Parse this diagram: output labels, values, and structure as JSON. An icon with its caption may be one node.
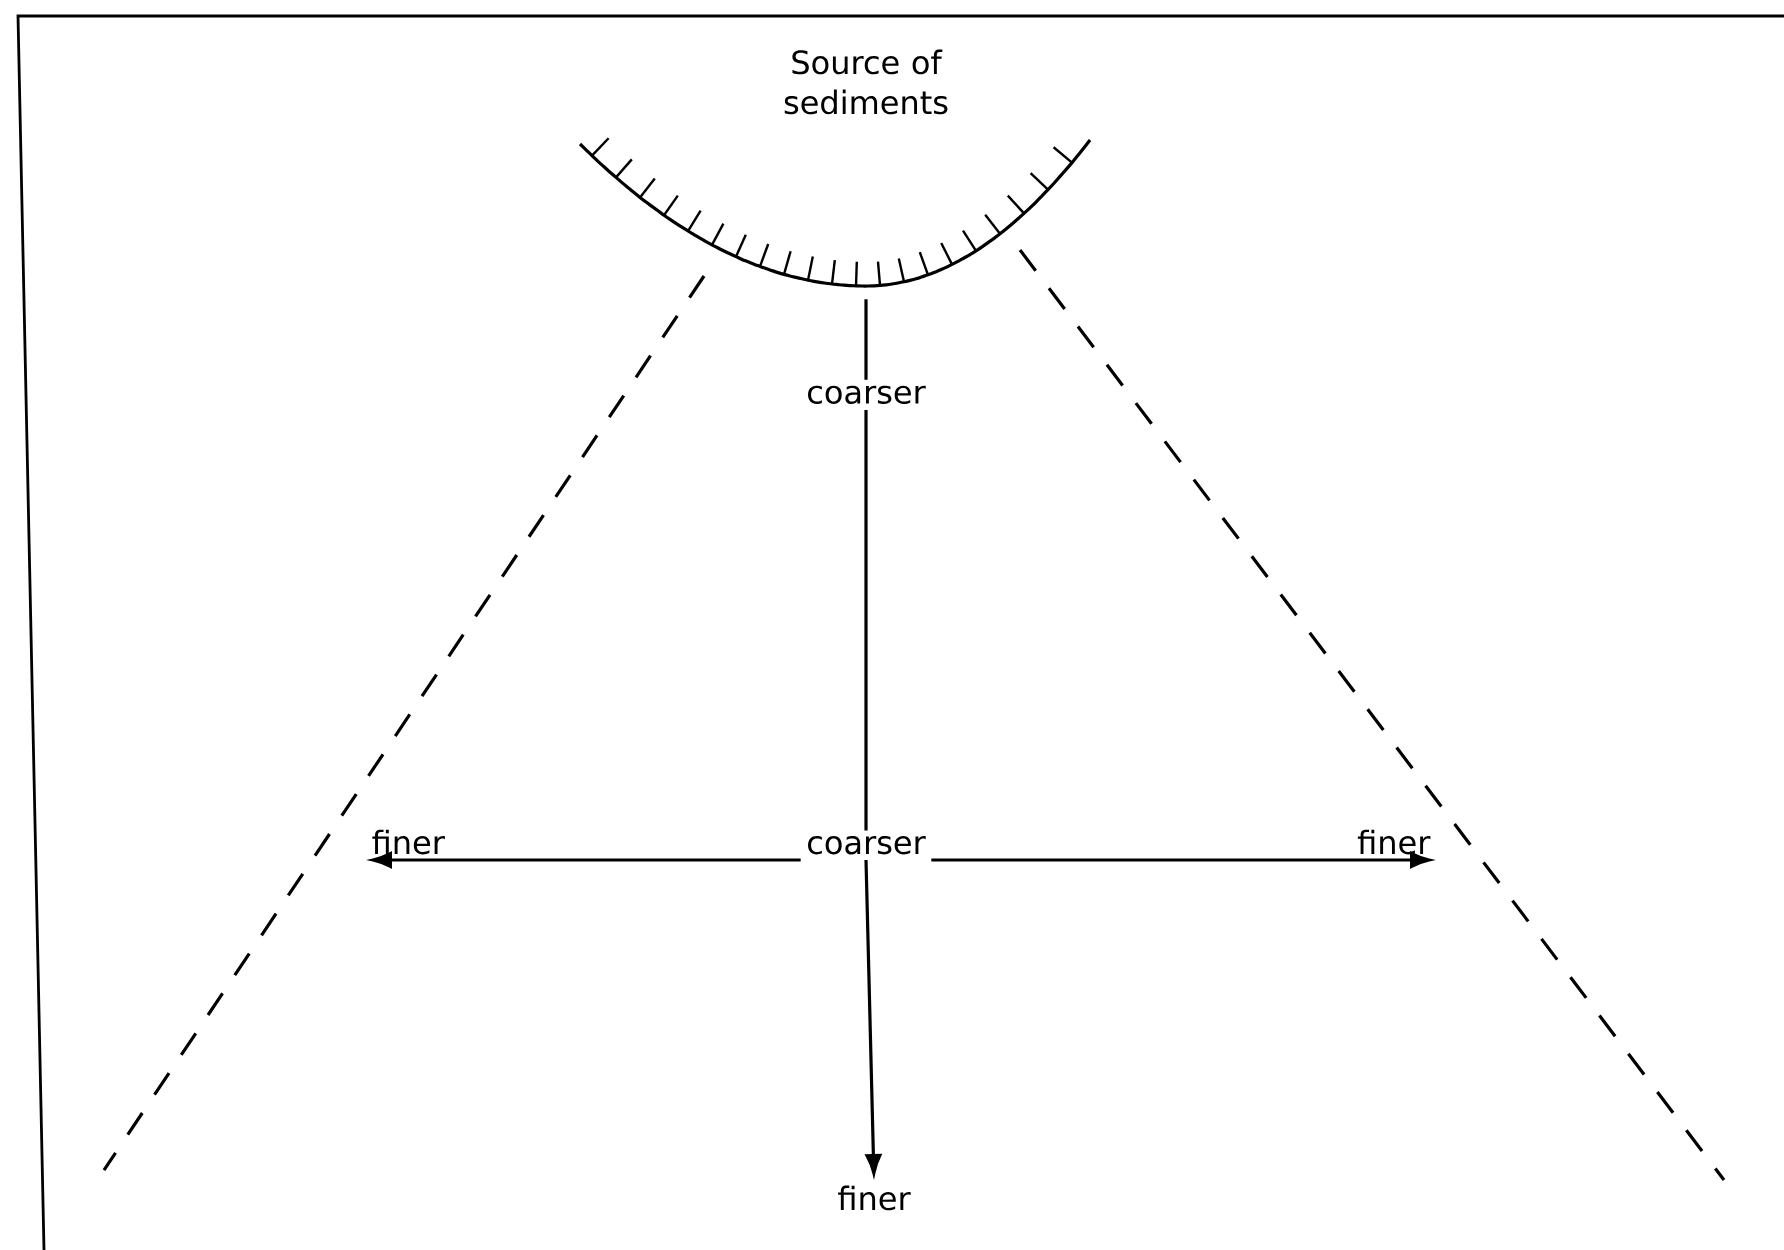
{
  "diagram": {
    "nodes": [
      {
        "text": [
          "Source of sediments"
        ]
      },
      {
        "text": [
          "coarser"
        ]
      },
      {
        "text": [
          "finer"
        ]
      },
      {
        "text": [
          "finer"
        ]
      },
      {
        "text": [
          "finer"
        ]
      }
    ],
    "edges": [
      {
        "from": 0,
        "to": 1,
        "arrow": "none",
        "label": "coarser"
      },
      {
        "from": 1,
        "to": 2,
        "arrow": "to"
      },
      {
        "from": 1,
        "to": 3,
        "arrow": "to"
      },
      {
        "from": 1,
        "to": 4,
        "arrow": "to"
      }
    ]
  }
}
